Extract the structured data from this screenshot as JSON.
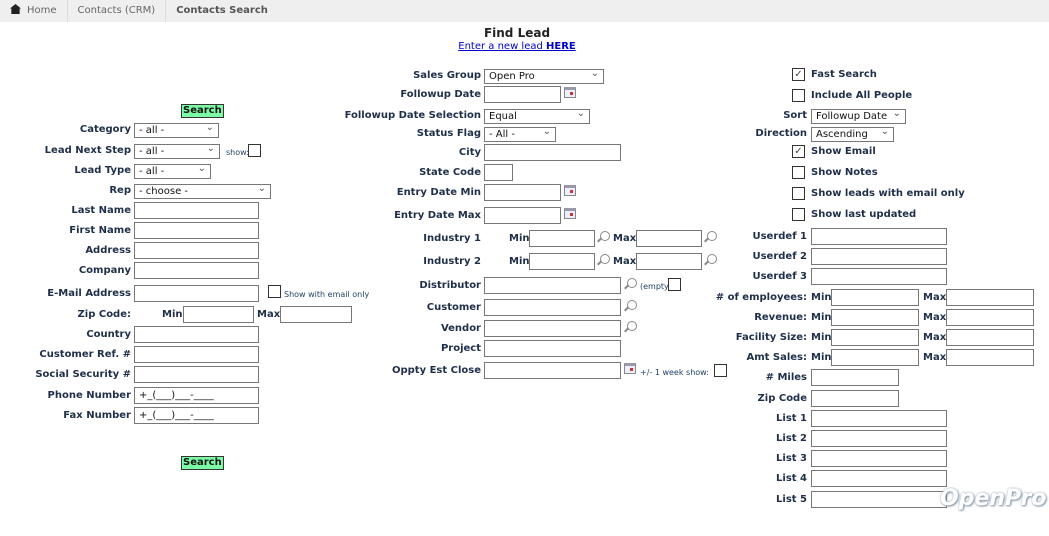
{
  "breadcrumb": {
    "home": "Home",
    "parent": "Contacts (CRM)",
    "current": "Contacts Search"
  },
  "header": {
    "title": "Find Lead",
    "new_lead_text": "Enter a new lead ",
    "new_lead_link": "HERE"
  },
  "search_label": "Search",
  "left": [
    {
      "label": "Category",
      "type": "select",
      "value": "- all -"
    },
    {
      "label": "Lead Next Step",
      "type": "select",
      "value": "- all -",
      "extra": "show:"
    },
    {
      "label": "Lead Type",
      "type": "select",
      "value": "- all -"
    },
    {
      "label": "Rep",
      "type": "select",
      "value": "- choose -"
    },
    {
      "label": "Last Name",
      "type": "text",
      "value": ""
    },
    {
      "label": "First Name",
      "type": "text",
      "value": ""
    },
    {
      "label": "Address",
      "type": "text",
      "value": ""
    },
    {
      "label": "Company",
      "type": "text",
      "value": ""
    },
    {
      "label": "E-Mail Address",
      "type": "text",
      "value": "",
      "extra": "Show with email only"
    },
    {
      "label": "Zip Code:",
      "type": "minmax",
      "min_label": "Min",
      "max_label": "Max"
    },
    {
      "label": "Country",
      "type": "text",
      "value": ""
    },
    {
      "label": "Customer Ref. #",
      "type": "text",
      "value": ""
    },
    {
      "label": "Social Security #",
      "type": "text",
      "value": ""
    },
    {
      "label": "Phone Number",
      "type": "text",
      "value": "+_(___)___-____"
    },
    {
      "label": "Fax Number",
      "type": "text",
      "value": "+_(___)___-____"
    }
  ],
  "middle": [
    {
      "label": "Sales Group",
      "type": "select",
      "value": "Open Pro"
    },
    {
      "label": "Followup Date",
      "type": "date",
      "value": ""
    },
    {
      "label": "Followup Date Selection",
      "type": "select",
      "value": "Equal"
    },
    {
      "label": "Status Flag",
      "type": "select",
      "value": "- All -"
    },
    {
      "label": "City",
      "type": "text",
      "value": ""
    },
    {
      "label": "State Code",
      "type": "text",
      "value": ""
    },
    {
      "label": "Entry Date Min",
      "type": "date",
      "value": ""
    },
    {
      "label": "Entry Date Max",
      "type": "date",
      "value": ""
    },
    {
      "label": "Industry 1",
      "type": "range",
      "min_label": "Min",
      "max_label": "Max"
    },
    {
      "label": "Industry 2",
      "type": "range",
      "min_label": "Min",
      "max_label": "Max"
    },
    {
      "label": "Distributor",
      "type": "lookup",
      "extra": "(empty)"
    },
    {
      "label": "Customer",
      "type": "lookup"
    },
    {
      "label": "Vendor",
      "type": "lookup"
    },
    {
      "label": "Project",
      "type": "text",
      "value": ""
    },
    {
      "label": "Oppty Est Close",
      "type": "date",
      "extra": "+/- 1 week  show:"
    }
  ],
  "right": [
    {
      "label": "Fast Search",
      "type": "check",
      "checked": true
    },
    {
      "label": "Include All People",
      "type": "check",
      "checked": false
    },
    {
      "label": "Sort",
      "type": "select",
      "value": "Followup Date"
    },
    {
      "label": "Direction",
      "type": "select",
      "value": "Ascending"
    },
    {
      "label": "Show Email",
      "type": "check",
      "checked": true
    },
    {
      "label": "Show Notes",
      "type": "check",
      "checked": false
    },
    {
      "label": "Show leads with email only",
      "type": "check",
      "checked": false
    },
    {
      "label": "Show last updated",
      "type": "check",
      "checked": false
    },
    {
      "label": "Userdef 1",
      "type": "text"
    },
    {
      "label": "Userdef 2",
      "type": "text"
    },
    {
      "label": "Userdef 3",
      "type": "text"
    },
    {
      "label": "# of employees:",
      "type": "minmax",
      "min_label": "Min",
      "max_label": "Max"
    },
    {
      "label": "Revenue:",
      "type": "minmax",
      "min_label": "Min",
      "max_label": "Max"
    },
    {
      "label": "Facility Size:",
      "type": "minmax",
      "min_label": "Min",
      "max_label": "Max"
    },
    {
      "label": "Amt Sales:",
      "type": "minmax",
      "min_label": "Min",
      "max_label": "Max"
    },
    {
      "label": "# Miles",
      "type": "short"
    },
    {
      "label": "Zip Code",
      "type": "short"
    },
    {
      "label": "List 1",
      "type": "text"
    },
    {
      "label": "List 2",
      "type": "text"
    },
    {
      "label": "List 3",
      "type": "text"
    },
    {
      "label": "List 4",
      "type": "text"
    },
    {
      "label": "List 5",
      "type": "text"
    }
  ],
  "logo": "OpenPro"
}
